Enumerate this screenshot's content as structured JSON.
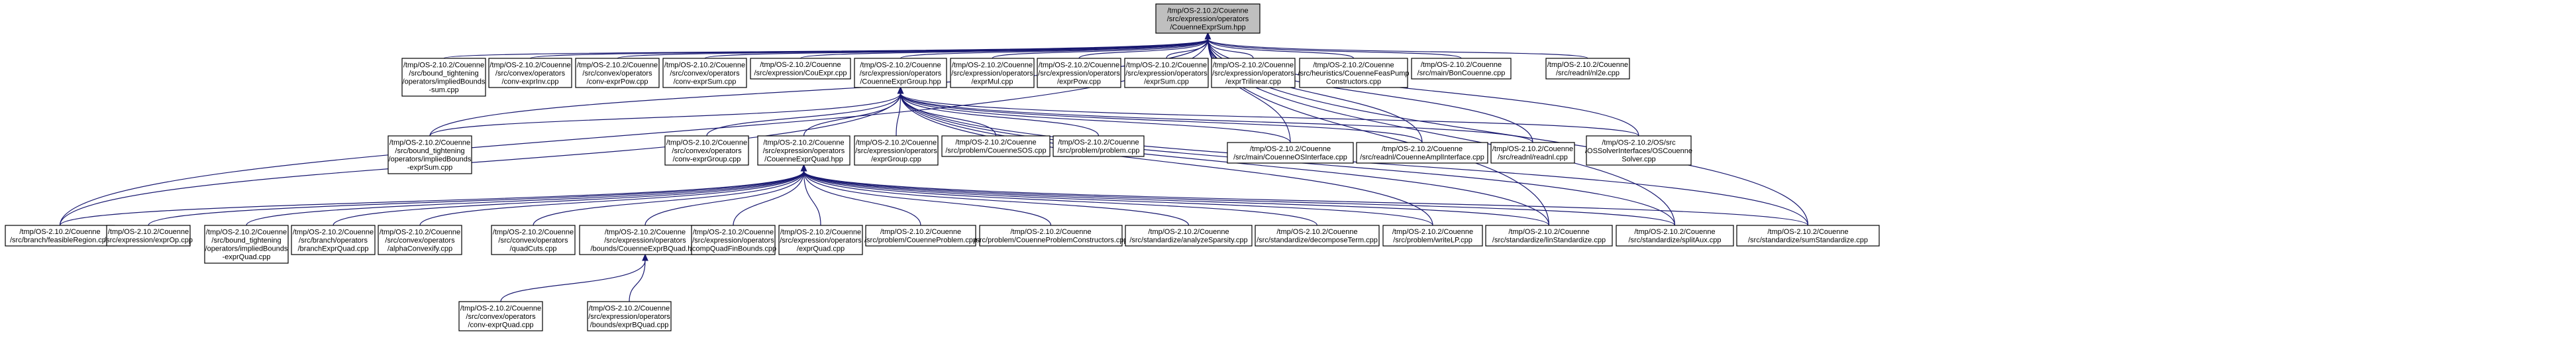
{
  "nodes": [
    {
      "id": "root",
      "lines": [
        "/tmp/OS-2.10.2/Couenne",
        "/src/expression/operators",
        "/CouenneExprSum.hpp"
      ],
      "root": true
    },
    {
      "id": "a1",
      "lines": [
        "/tmp/OS-2.10.2/Couenne",
        "/src/bound_tightening",
        "/operators/impliedBounds",
        "-sum.cpp"
      ]
    },
    {
      "id": "a2",
      "lines": [
        "/tmp/OS-2.10.2/Couenne",
        "/src/convex/operators",
        "/conv-exprInv.cpp"
      ]
    },
    {
      "id": "a3",
      "lines": [
        "/tmp/OS-2.10.2/Couenne",
        "/src/convex/operators",
        "/conv-exprPow.cpp"
      ]
    },
    {
      "id": "a4",
      "lines": [
        "/tmp/OS-2.10.2/Couenne",
        "/src/convex/operators",
        "/conv-exprSum.cpp"
      ]
    },
    {
      "id": "a5",
      "lines": [
        "/tmp/OS-2.10.2/Couenne",
        "/src/expression/CouExpr.cpp"
      ]
    },
    {
      "id": "a6",
      "lines": [
        "/tmp/OS-2.10.2/Couenne",
        "/src/expression/operators",
        "/CouenneExprGroup.hpp"
      ]
    },
    {
      "id": "a7",
      "lines": [
        "/tmp/OS-2.10.2/Couenne",
        "/src/expression/operators",
        "/exprMul.cpp"
      ]
    },
    {
      "id": "a8",
      "lines": [
        "/tmp/OS-2.10.2/Couenne",
        "/src/expression/operators",
        "/exprPow.cpp"
      ]
    },
    {
      "id": "a9",
      "lines": [
        "/tmp/OS-2.10.2/Couenne",
        "/src/expression/operators",
        "/exprSum.cpp"
      ]
    },
    {
      "id": "a10",
      "lines": [
        "/tmp/OS-2.10.2/Couenne",
        "/src/expression/operators",
        "/exprTrilinear.cpp"
      ]
    },
    {
      "id": "a11",
      "lines": [
        "/tmp/OS-2.10.2/Couenne",
        "/src/heuristics/CouenneFeasPump",
        "Constructors.cpp"
      ]
    },
    {
      "id": "a12",
      "lines": [
        "/tmp/OS-2.10.2/Couenne",
        "/src/main/BonCouenne.cpp"
      ]
    },
    {
      "id": "a13",
      "lines": [
        "/tmp/OS-2.10.2/Couenne",
        "/src/readnl/nl2e.cpp"
      ]
    },
    {
      "id": "b1",
      "lines": [
        "/tmp/OS-2.10.2/Couenne",
        "/src/bound_tightening",
        "/operators/impliedBounds",
        "-exprSum.cpp"
      ]
    },
    {
      "id": "b2",
      "lines": [
        "/tmp/OS-2.10.2/Couenne",
        "/src/convex/operators",
        "/conv-exprGroup.cpp"
      ]
    },
    {
      "id": "b3",
      "lines": [
        "/tmp/OS-2.10.2/Couenne",
        "/src/expression/operators",
        "/CouenneExprQuad.hpp"
      ]
    },
    {
      "id": "b4",
      "lines": [
        "/tmp/OS-2.10.2/Couenne",
        "/src/expression/operators",
        "/exprGroup.cpp"
      ]
    },
    {
      "id": "b5",
      "lines": [
        "/tmp/OS-2.10.2/Couenne",
        "/src/problem/CouenneSOS.cpp"
      ]
    },
    {
      "id": "b6",
      "lines": [
        "/tmp/OS-2.10.2/Couenne",
        "/src/problem/problem.cpp"
      ]
    },
    {
      "id": "b7",
      "lines": [
        "/tmp/OS-2.10.2/Couenne",
        "/src/main/CouenneOSInterface.cpp"
      ]
    },
    {
      "id": "b8",
      "lines": [
        "/tmp/OS-2.10.2/Couenne",
        "/src/readnl/CouenneAmplInterface.cpp"
      ]
    },
    {
      "id": "b9",
      "lines": [
        "/tmp/OS-2.10.2/Couenne",
        "/src/readnl/readnl.cpp"
      ]
    },
    {
      "id": "b10",
      "lines": [
        "/tmp/OS-2.10.2/OS/src",
        "/OSSolverInterfaces/OSCouenne",
        "Solver.cpp"
      ]
    },
    {
      "id": "c1",
      "lines": [
        "/tmp/OS-2.10.2/Couenne",
        "/src/branch/feasibleRegion.cpp"
      ]
    },
    {
      "id": "c2",
      "lines": [
        "/tmp/OS-2.10.2/Couenne",
        "/src/expression/exprOp.cpp"
      ]
    },
    {
      "id": "c3",
      "lines": [
        "/tmp/OS-2.10.2/Couenne",
        "/src/bound_tightening",
        "/operators/impliedBounds",
        "-exprQuad.cpp"
      ]
    },
    {
      "id": "c4",
      "lines": [
        "/tmp/OS-2.10.2/Couenne",
        "/src/branch/operators",
        "/branchExprQuad.cpp"
      ]
    },
    {
      "id": "c5",
      "lines": [
        "/tmp/OS-2.10.2/Couenne",
        "/src/convex/operators",
        "/alphaConvexify.cpp"
      ]
    },
    {
      "id": "c6",
      "lines": [
        "/tmp/OS-2.10.2/Couenne",
        "/src/convex/operators",
        "/quadCuts.cpp"
      ]
    },
    {
      "id": "c7",
      "lines": [
        "/tmp/OS-2.10.2/Couenne",
        "/src/expression/operators",
        "/bounds/CouenneExprBQuad.hpp"
      ]
    },
    {
      "id": "c8",
      "lines": [
        "/tmp/OS-2.10.2/Couenne",
        "/src/expression/operators",
        "/compQuadFinBounds.cpp"
      ]
    },
    {
      "id": "c9",
      "lines": [
        "/tmp/OS-2.10.2/Couenne",
        "/src/expression/operators",
        "/exprQuad.cpp"
      ]
    },
    {
      "id": "c10",
      "lines": [
        "/tmp/OS-2.10.2/Couenne",
        "/src/problem/CouenneProblem.cpp"
      ]
    },
    {
      "id": "c11",
      "lines": [
        "/tmp/OS-2.10.2/Couenne",
        "/src/problem/CouenneProblemConstructors.cpp"
      ]
    },
    {
      "id": "c12",
      "lines": [
        "/tmp/OS-2.10.2/Couenne",
        "/src/standardize/analyzeSparsity.cpp"
      ]
    },
    {
      "id": "c13",
      "lines": [
        "/tmp/OS-2.10.2/Couenne",
        "/src/standardize/decomposeTerm.cpp"
      ]
    },
    {
      "id": "c14",
      "lines": [
        "/tmp/OS-2.10.2/Couenne",
        "/src/problem/writeLP.cpp"
      ]
    },
    {
      "id": "c15",
      "lines": [
        "/tmp/OS-2.10.2/Couenne",
        "/src/standardize/linStandardize.cpp"
      ]
    },
    {
      "id": "c16",
      "lines": [
        "/tmp/OS-2.10.2/Couenne",
        "/src/standardize/splitAux.cpp"
      ]
    },
    {
      "id": "c17",
      "lines": [
        "/tmp/OS-2.10.2/Couenne",
        "/src/standardize/sumStandardize.cpp"
      ]
    },
    {
      "id": "d1",
      "lines": [
        "/tmp/OS-2.10.2/Couenne",
        "/src/convex/operators",
        "/conv-exprQuad.cpp"
      ]
    },
    {
      "id": "d2",
      "lines": [
        "/tmp/OS-2.10.2/Couenne",
        "/src/expression/operators",
        "/bounds/exprBQuad.cpp"
      ]
    }
  ],
  "edges": [
    [
      "a1",
      "root"
    ],
    [
      "a2",
      "root"
    ],
    [
      "a3",
      "root"
    ],
    [
      "a4",
      "root"
    ],
    [
      "a5",
      "root"
    ],
    [
      "a6",
      "root"
    ],
    [
      "a7",
      "root"
    ],
    [
      "a8",
      "root"
    ],
    [
      "a9",
      "root"
    ],
    [
      "a10",
      "root"
    ],
    [
      "a11",
      "root"
    ],
    [
      "a12",
      "root"
    ],
    [
      "a13",
      "root"
    ],
    [
      "b1",
      "root"
    ],
    [
      "b7",
      "root"
    ],
    [
      "b8",
      "root"
    ],
    [
      "b9",
      "root"
    ],
    [
      "b10",
      "root"
    ],
    [
      "c1",
      "root"
    ],
    [
      "c15",
      "root"
    ],
    [
      "c16",
      "root"
    ],
    [
      "c17",
      "root"
    ],
    [
      "b1",
      "a6"
    ],
    [
      "b2",
      "a6"
    ],
    [
      "b3",
      "a6"
    ],
    [
      "b4",
      "a6"
    ],
    [
      "b5",
      "a6"
    ],
    [
      "b6",
      "a6"
    ],
    [
      "b7",
      "a6"
    ],
    [
      "b8",
      "a6"
    ],
    [
      "b9",
      "a6"
    ],
    [
      "b10",
      "a6"
    ],
    [
      "c1",
      "a6"
    ],
    [
      "c14",
      "a6"
    ],
    [
      "c15",
      "a6"
    ],
    [
      "c16",
      "a6"
    ],
    [
      "c17",
      "a6"
    ],
    [
      "c1",
      "b3"
    ],
    [
      "c2",
      "b3"
    ],
    [
      "c3",
      "b3"
    ],
    [
      "c4",
      "b3"
    ],
    [
      "c5",
      "b3"
    ],
    [
      "c6",
      "b3"
    ],
    [
      "c7",
      "b3"
    ],
    [
      "c8",
      "b3"
    ],
    [
      "c9",
      "b3"
    ],
    [
      "c10",
      "b3"
    ],
    [
      "c11",
      "b3"
    ],
    [
      "c12",
      "b3"
    ],
    [
      "c13",
      "b3"
    ],
    [
      "c14",
      "b3"
    ],
    [
      "c15",
      "b3"
    ],
    [
      "c16",
      "b3"
    ],
    [
      "c17",
      "b3"
    ],
    [
      "d1",
      "c7"
    ],
    [
      "d2",
      "c7"
    ]
  ]
}
